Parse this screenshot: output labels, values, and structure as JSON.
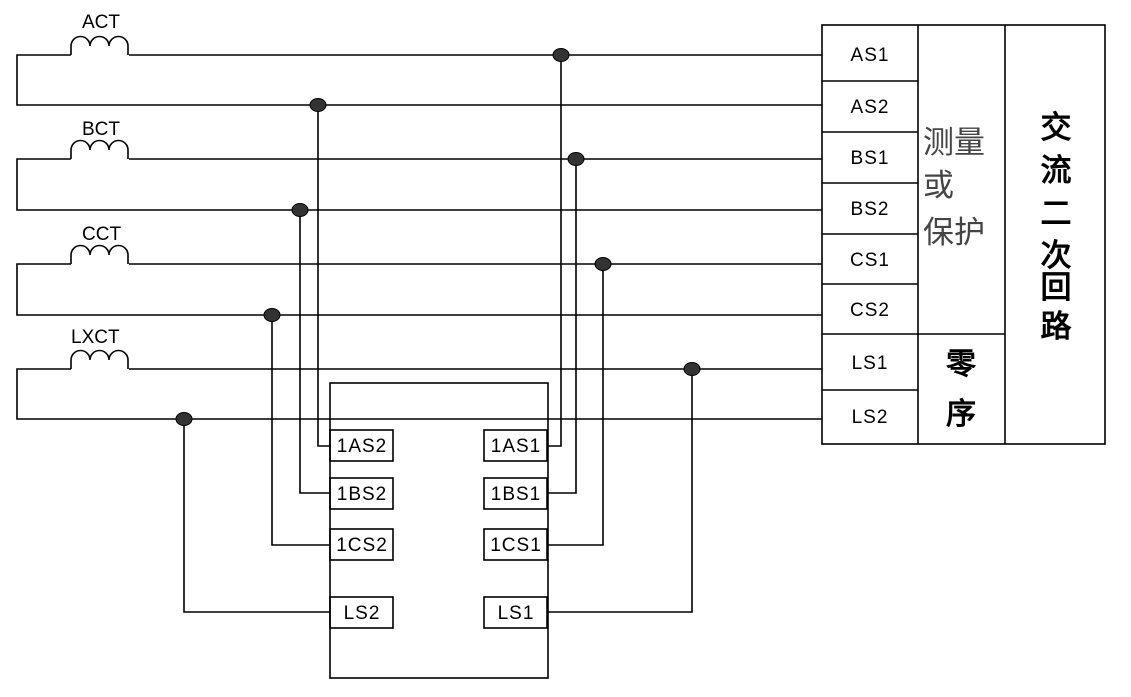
{
  "ct_labels": [
    "ACT",
    "BCT",
    "CCT",
    "LXCT"
  ],
  "right_panel": {
    "terminals": [
      "AS1",
      "AS2",
      "BS1",
      "BS2",
      "CS1",
      "CS2",
      "LS1",
      "LS2"
    ],
    "measure_label": [
      "测量",
      "或",
      "保护"
    ],
    "zero_seq_label": [
      "零",
      "序"
    ],
    "ac_label": [
      "交",
      "流",
      "二",
      "次",
      "回",
      "路"
    ]
  },
  "device_terminals": {
    "left": [
      "1AS2",
      "1BS2",
      "1CS2",
      "LS2"
    ],
    "right": [
      "1AS1",
      "1BS1",
      "1CS1",
      "LS1"
    ]
  },
  "colors": {
    "line": "#000000",
    "dot": "#333333",
    "background": "#ffffff"
  }
}
